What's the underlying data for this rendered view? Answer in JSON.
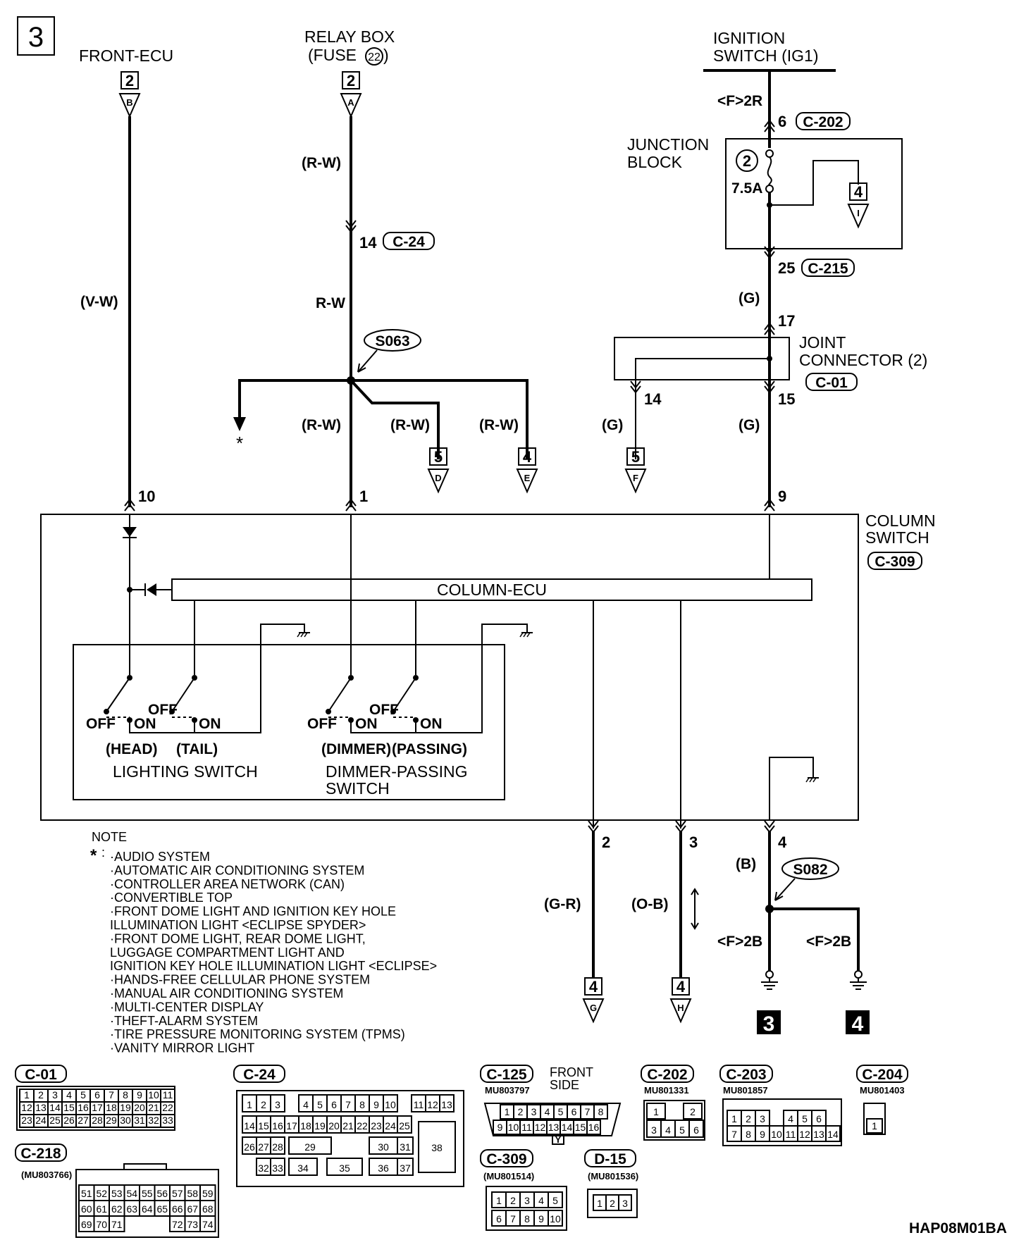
{
  "page_number": "3",
  "diagram_code": "HAP08M01BA",
  "sources": {
    "front_ecu": {
      "label": "FRONT-ECU",
      "conn_num": "2",
      "conn_letter": "B"
    },
    "relay_box": {
      "label_line1": "RELAY BOX",
      "label_line2": "(FUSE",
      "fuse_num": "22",
      "label_close": ")",
      "conn_num": "2",
      "conn_letter": "A"
    },
    "ignition": {
      "label_line1": "IGNITION",
      "label_line2": "SWITCH (IG1)"
    }
  },
  "wires": {
    "v_w": "(V-W)",
    "r_w_paren": "(R-W)",
    "r_w": "R-W",
    "g": "(G)",
    "g_r": "(G-R)",
    "o_b": "(O-B)",
    "b": "(B)",
    "f2r": "<F>2R",
    "f2b": "<F>2B"
  },
  "pins": {
    "p6": "6",
    "p14a": "14",
    "p25": "25",
    "p17": "17",
    "p14b": "14",
    "p15": "15",
    "p10": "10",
    "p1": "1",
    "p9": "9",
    "p2": "2",
    "p3": "3",
    "p4": "4"
  },
  "connectors": {
    "c202": "C-202",
    "c24": "C-24",
    "c215": "C-215",
    "c01": "C-01",
    "c309": "C-309"
  },
  "junction_block": {
    "line1": "JUNCTION",
    "line2": "BLOCK",
    "fuse_num": "2",
    "fuse_rating": "7.5A"
  },
  "joint_connector": {
    "line1": "JOINT",
    "line2": "CONNECTOR (2)"
  },
  "splices": {
    "s063": "S063",
    "s082": "S082"
  },
  "column_switch": {
    "line1": "COLUMN",
    "line2": "SWITCH",
    "ecu": "COLUMN-ECU"
  },
  "switches": {
    "off": "OFF",
    "on": "ON",
    "head": "(HEAD)",
    "tail": "(TAIL)",
    "dimmer": "(DIMMER)",
    "passing": "(PASSING)",
    "lighting": "LIGHTING SWITCH",
    "dimmer_passing_1": "DIMMER-PASSING",
    "dimmer_passing_2": "SWITCH"
  },
  "offpage": {
    "d": {
      "num": "5",
      "letter": "D"
    },
    "e": {
      "num": "4",
      "letter": "E"
    },
    "f": {
      "num": "5",
      "letter": "F"
    },
    "i": {
      "num": "4",
      "letter": "I"
    },
    "g": {
      "num": "4",
      "letter": "G"
    },
    "h": {
      "num": "4",
      "letter": "H"
    }
  },
  "grounds": {
    "g3": "3",
    "g4": "4"
  },
  "note": {
    "title": "NOTE",
    "star": "*",
    "items": [
      "·AUDIO SYSTEM",
      "·AUTOMATIC AIR CONDITIONING SYSTEM",
      "·CONTROLLER AREA NETWORK (CAN)",
      "·CONVERTIBLE TOP",
      "·FRONT DOME LIGHT AND IGNITION KEY HOLE",
      " ILLUMINATION LIGHT <ECLIPSE SPYDER>",
      "·FRONT DOME LIGHT, REAR DOME LIGHT,",
      " LUGGAGE COMPARTMENT LIGHT AND",
      " IGNITION KEY HOLE ILLUMINATION LIGHT <ECLIPSE>",
      "·HANDS-FREE CELLULAR PHONE SYSTEM",
      "·MANUAL AIR CONDITIONING SYSTEM",
      "·MULTI-CENTER DISPLAY",
      "·THEFT-ALARM SYSTEM",
      "·TIRE PRESSURE MONITORING SYSTEM (TPMS)",
      "·VANITY MIRROR LIGHT"
    ]
  },
  "connector_views": {
    "c01": {
      "name": "C-01",
      "rows": [
        [
          "1",
          "2",
          "3",
          "4",
          "5",
          "6",
          "7",
          "8",
          "9",
          "10",
          "11"
        ],
        [
          "12",
          "13",
          "14",
          "15",
          "16",
          "17",
          "18",
          "19",
          "20",
          "21",
          "22"
        ],
        [
          "23",
          "24",
          "25",
          "26",
          "27",
          "28",
          "29",
          "30",
          "31",
          "32",
          "33"
        ]
      ]
    },
    "c218": {
      "name": "C-218",
      "part": "(MU803766)",
      "rows": [
        [
          "51",
          "52",
          "53",
          "54",
          "55",
          "56",
          "57",
          "58",
          "59"
        ],
        [
          "60",
          "61",
          "62",
          "63",
          "64",
          "65",
          "66",
          "67",
          "68"
        ],
        [
          "69",
          "70",
          "71",
          "",
          "",
          "",
          "72",
          "73",
          "74"
        ]
      ]
    },
    "c24": {
      "name": "C-24",
      "rows": [
        [
          "1",
          "2",
          "3",
          "",
          "4",
          "5",
          "6",
          "7",
          "8",
          "9",
          "10",
          "",
          "11",
          "12",
          "13"
        ],
        [
          "14",
          "15",
          "16",
          "17",
          "18",
          "19",
          "20",
          "21",
          "22",
          "23",
          "24",
          "25"
        ],
        [
          "26",
          "27",
          "28",
          "29",
          "30",
          "31"
        ],
        [
          "32",
          "33",
          "34",
          "35",
          "36",
          "37"
        ]
      ],
      "big": "38"
    },
    "c125": {
      "name": "C-125",
      "part": "MU803797",
      "side1": "FRONT",
      "side2": "SIDE",
      "rows": [
        [
          "1",
          "2",
          "3",
          "4",
          "5",
          "6",
          "7",
          "8"
        ],
        [
          "9",
          "10",
          "11",
          "12",
          "13",
          "14",
          "15",
          "16"
        ]
      ],
      "tab": "Y"
    },
    "c202v": {
      "name": "C-202",
      "part": "MU801331",
      "rows": [
        [
          "1",
          "",
          "2"
        ],
        [
          "3",
          "4",
          "5",
          "6"
        ]
      ]
    },
    "c203": {
      "name": "C-203",
      "part": "MU801857",
      "rows": [
        [
          "1",
          "2",
          "3",
          "",
          "4",
          "5",
          "6"
        ],
        [
          "7",
          "8",
          "9",
          "10",
          "11",
          "12",
          "13",
          "14"
        ]
      ]
    },
    "c204": {
      "name": "C-204",
      "part": "MU801403",
      "rows": [
        [
          "1"
        ]
      ]
    },
    "c309v": {
      "name": "C-309",
      "part": "(MU801514)",
      "rows": [
        [
          "1",
          "2",
          "3",
          "4",
          "5"
        ],
        [
          "6",
          "7",
          "8",
          "9",
          "10"
        ]
      ]
    },
    "d15": {
      "name": "D-15",
      "part": "(MU801536)",
      "rows": [
        [
          "1",
          "2",
          "3"
        ]
      ]
    }
  }
}
